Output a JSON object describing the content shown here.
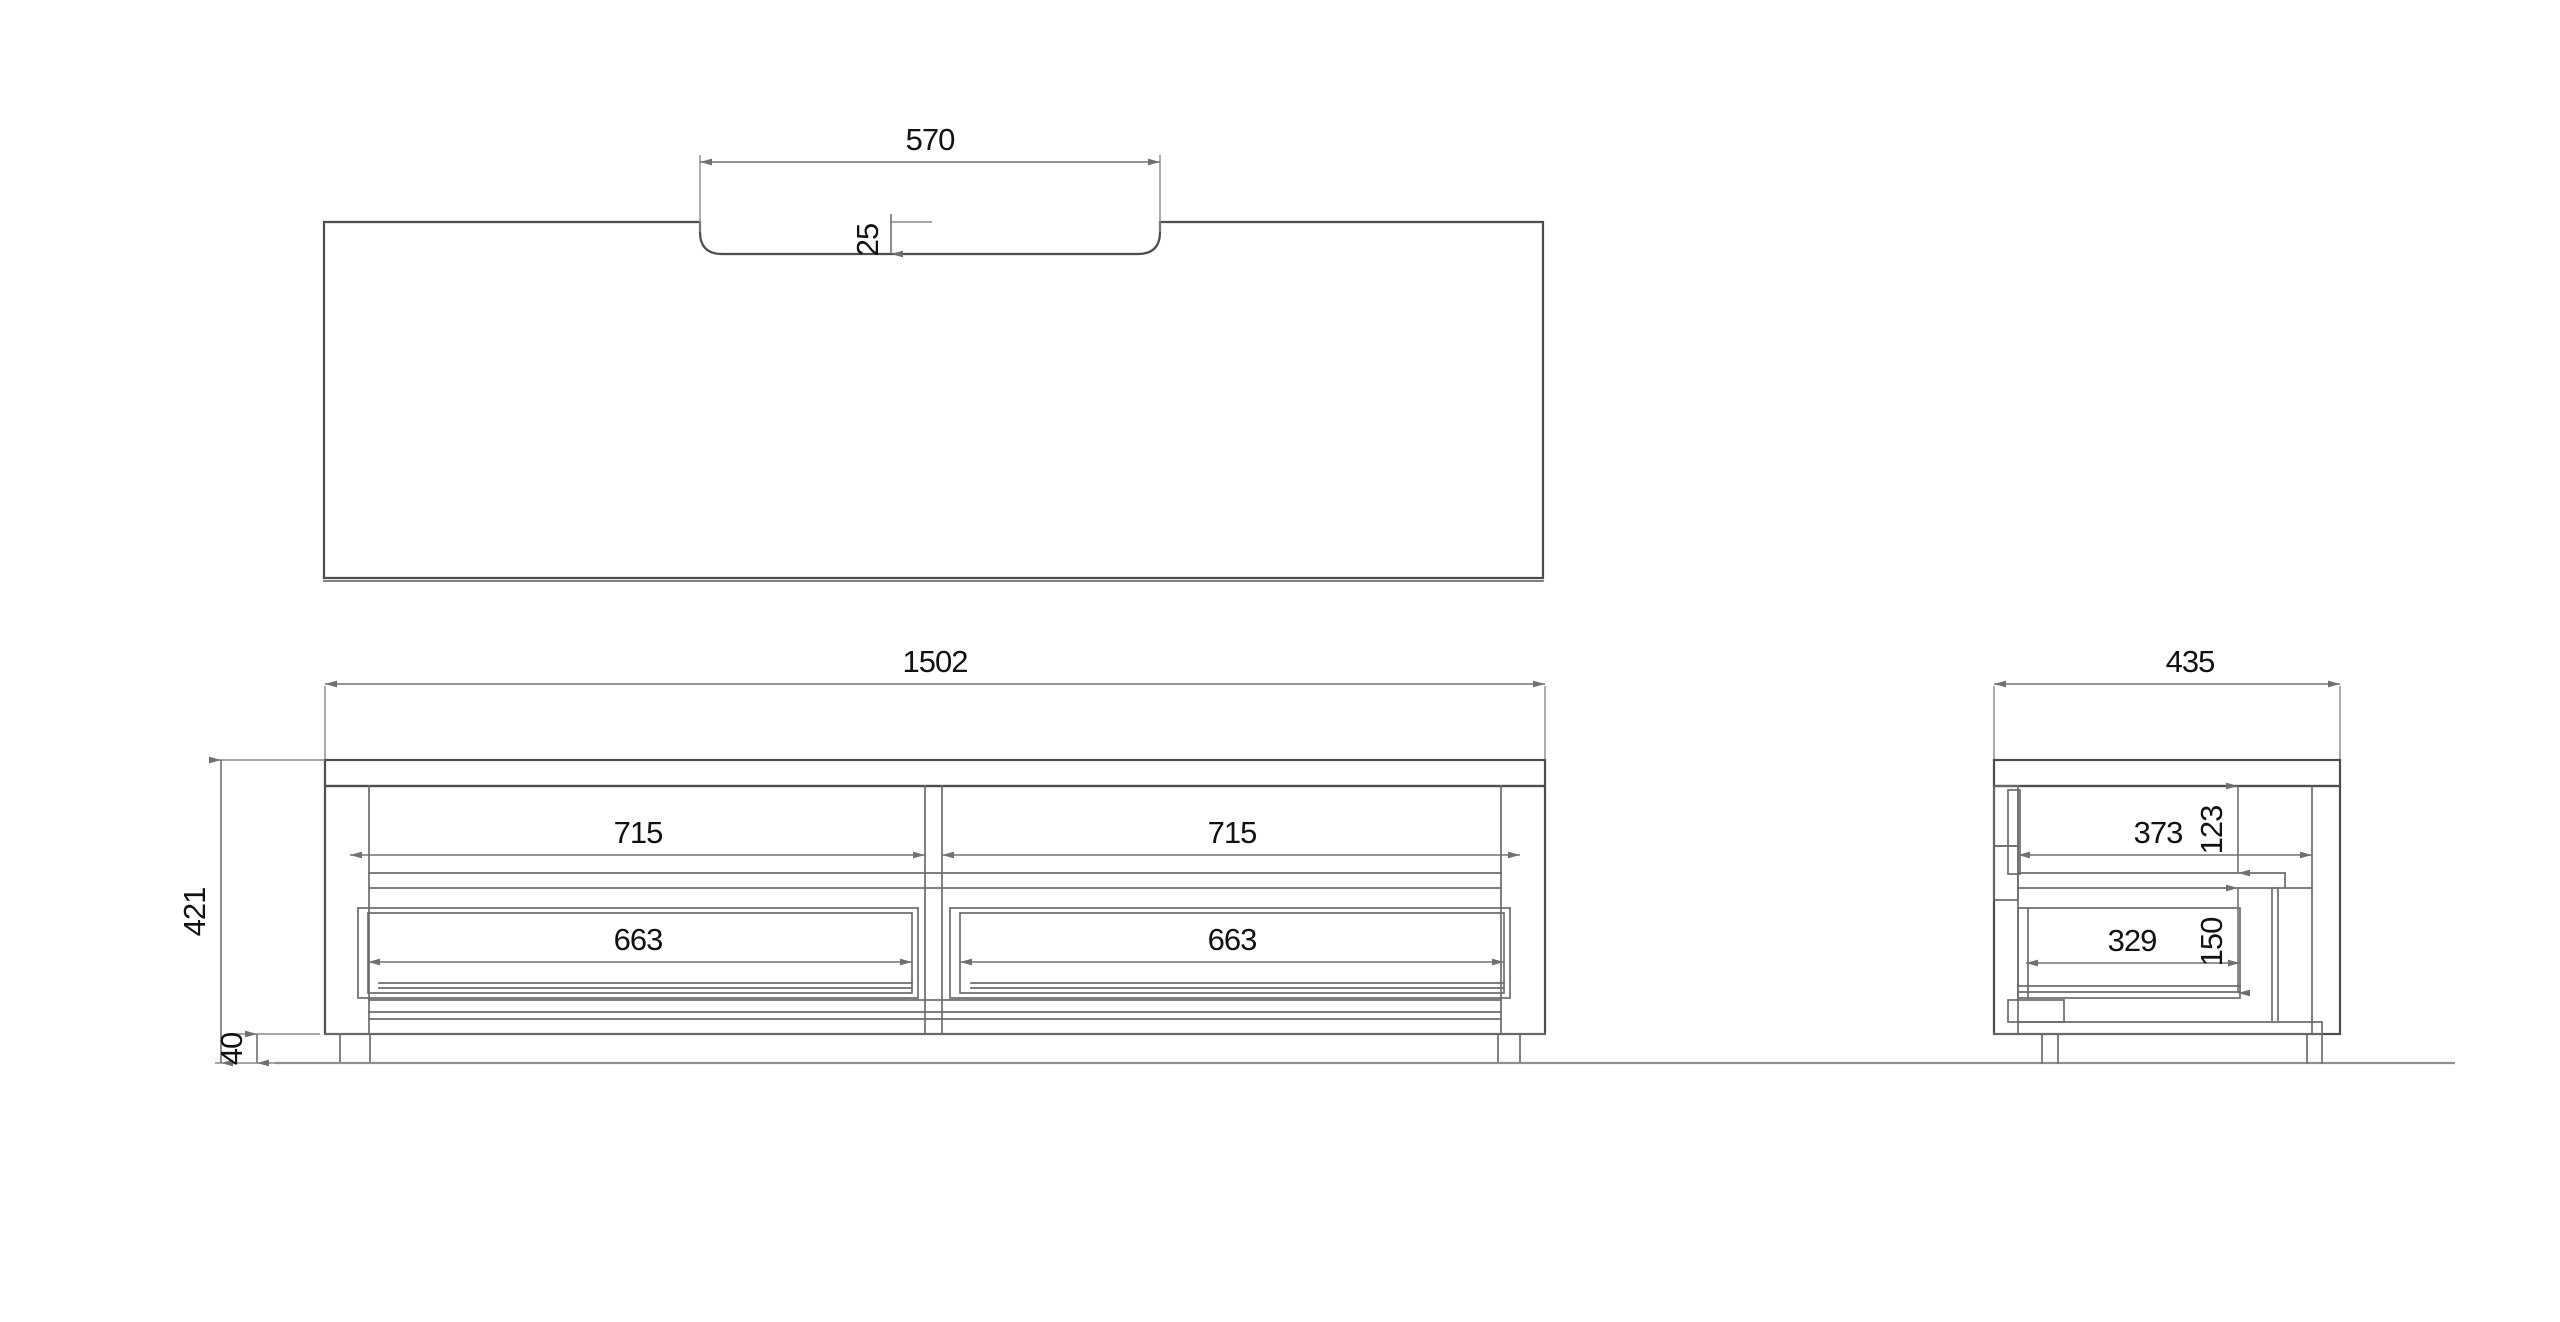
{
  "drawing": {
    "type": "technical-drawing",
    "subject": "two-drawer cabinet / vanity unit",
    "units": "mm",
    "views": [
      {
        "id": "plan",
        "name": "top-plan-view"
      },
      {
        "id": "front",
        "name": "front-elevation-view"
      },
      {
        "id": "side",
        "name": "side-elevation-view"
      }
    ]
  },
  "dimensions": {
    "plan": {
      "notch_width": "570",
      "notch_depth": "25"
    },
    "front": {
      "overall_width": "1502",
      "overall_height": "421",
      "leg_height": "40",
      "upper_opening_left": "715",
      "upper_opening_right": "715",
      "drawer_width_left": "663",
      "drawer_width_right": "663"
    },
    "side": {
      "overall_depth": "435",
      "upper_opening_depth": "373",
      "upper_opening_height": "123",
      "drawer_depth": "329",
      "drawer_height": "150"
    }
  },
  "colors": {
    "background": "#ffffff",
    "outline": "#4d4d4d",
    "dimension": "#707070",
    "text": "#111111"
  }
}
